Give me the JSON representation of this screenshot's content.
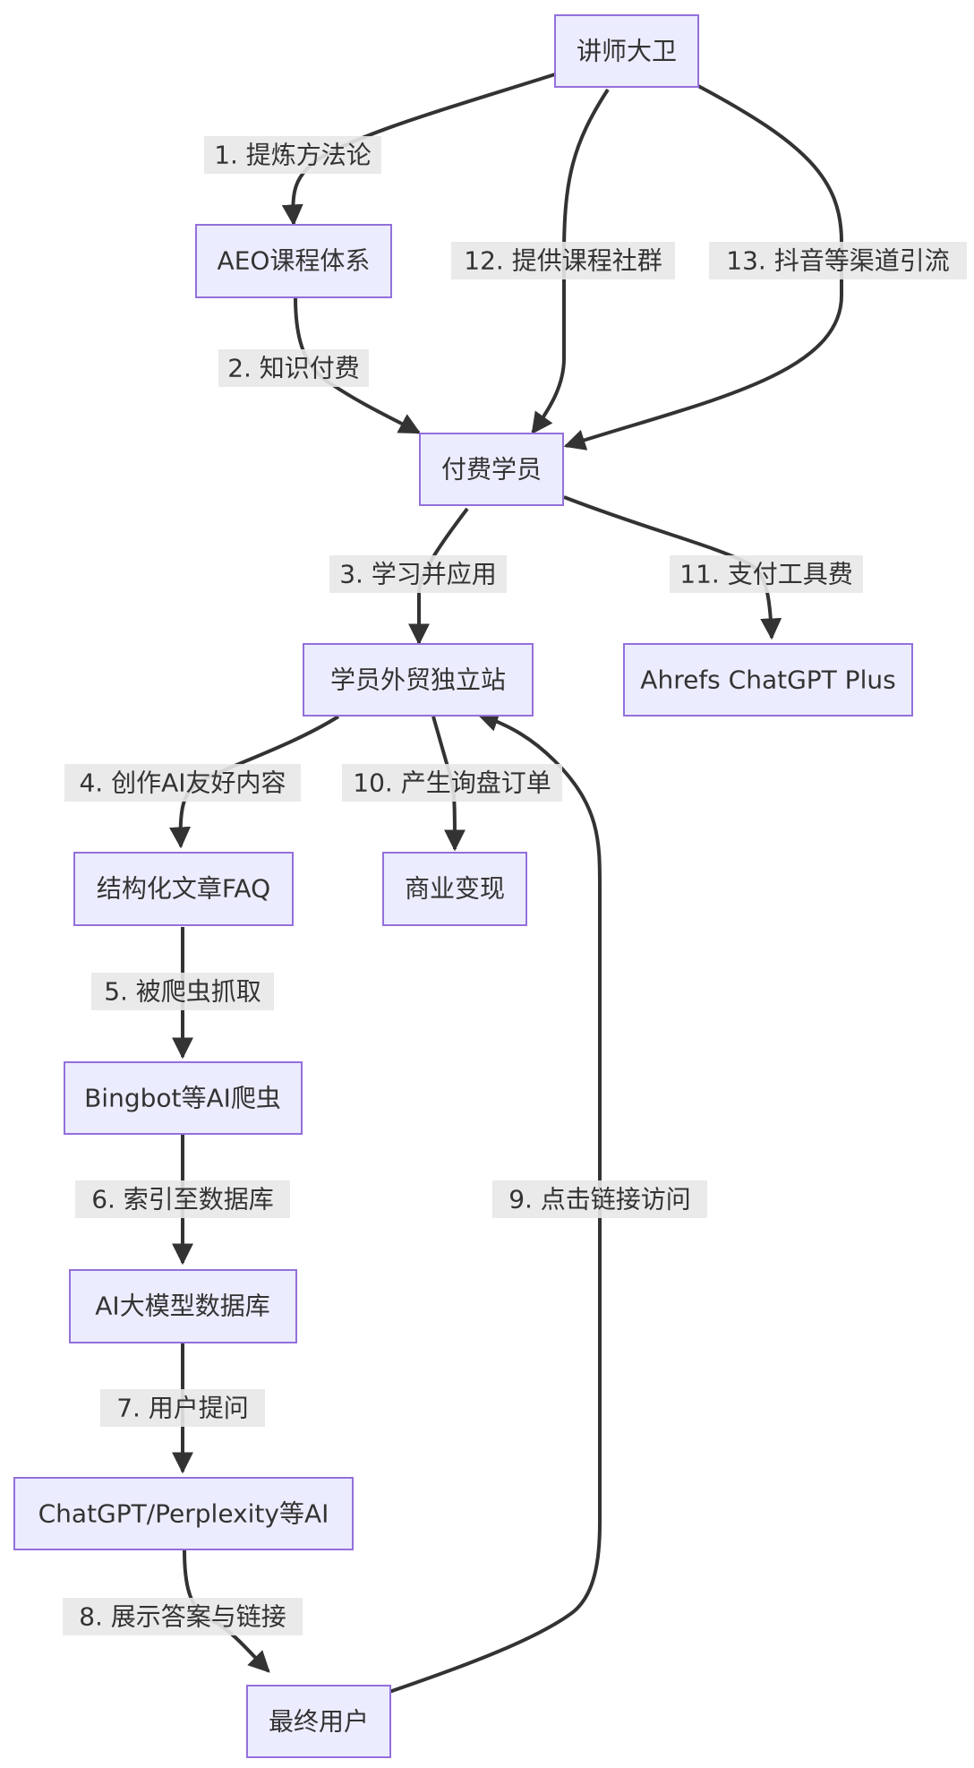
{
  "nodes": {
    "david": "讲师大卫",
    "aeo": "AEO课程体系",
    "student": "付费学员",
    "site": "学员外贸独立站",
    "tools": "Ahrefs ChatGPT Plus",
    "faq": "结构化文章FAQ",
    "bingbot": "Bingbot等AI爬虫",
    "business": "商业变现",
    "llmdb": "AI大模型数据库",
    "chatgpt": "ChatGPT/Perplexity等AI",
    "enduser": "最终用户"
  },
  "edges": {
    "e1": "1. 提炼方法论",
    "e2": "2. 知识付费",
    "e3": "3. 学习并应用",
    "e4": "4. 创作AI友好内容",
    "e5": "5. 被爬虫抓取",
    "e6": "6. 索引至数据库",
    "e7": "7. 用户提问",
    "e8": "8. 展示答案与链接",
    "e9": "9. 点击链接访问",
    "e10": "10. 产生询盘订单",
    "e11": "11. 支付工具费",
    "e12": "12. 提供课程社群",
    "e13": "13. 抖音等渠道引流"
  },
  "colors": {
    "node_fill": "#ececff",
    "node_stroke": "#9370db",
    "edge": "#333333",
    "label_bg": "#e8e8e8",
    "text": "#333333"
  }
}
